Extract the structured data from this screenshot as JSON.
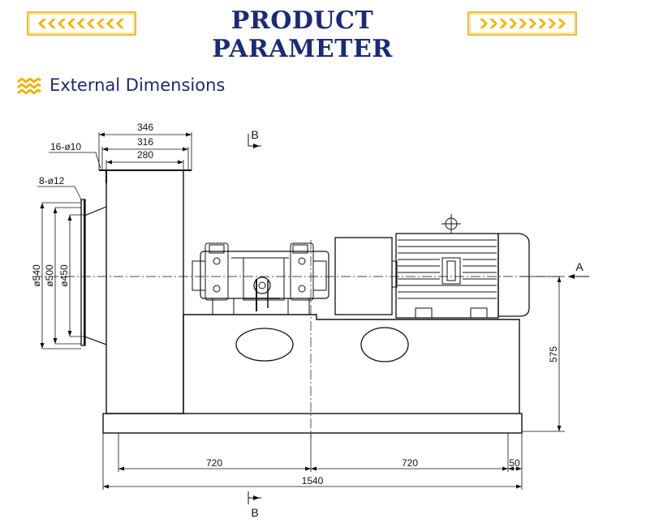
{
  "banner": {
    "title": "PRODUCT PARAMETER",
    "accent_color": "#f5b400",
    "title_color": "#1b2a78"
  },
  "section": {
    "title": "External Dimensions",
    "icon": "wave-icon"
  },
  "drawing": {
    "dims_top": [
      "346",
      "316",
      "280"
    ],
    "holes_top": "16-ø10",
    "holes_flange": "8-ø12",
    "dia_outer": "ø540",
    "dia_mid": "ø500",
    "dia_inner": "ø450",
    "height": "575",
    "span_left": "720",
    "span_right": "720",
    "span_end": "50",
    "total_length": "1540",
    "view_a": "A",
    "view_b": "B"
  }
}
